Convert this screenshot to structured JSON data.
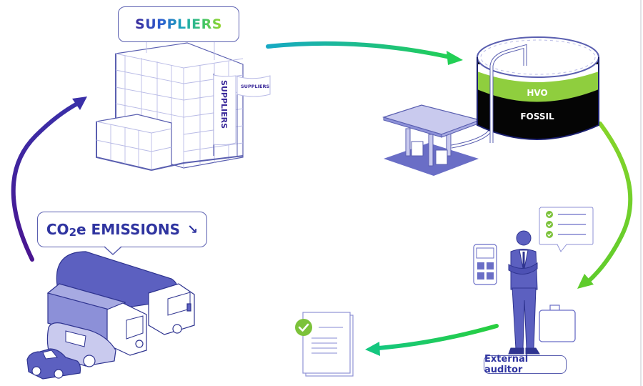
{
  "diagram": {
    "nodes": {
      "suppliers": {
        "label": "SUPPLIERS",
        "flag_vertical": "SUPPLIERS",
        "flag_horizontal": "SUPPLIERS"
      },
      "tank": {
        "top_layer": "HVO",
        "bottom_layer": "FOSSIL"
      },
      "auditor": {
        "label": "External auditor"
      },
      "emissions": {
        "label": "CO2e EMISSIONS",
        "label_prefix": "CO",
        "label_sub": "2",
        "label_suffix": "e EMISSIONS",
        "trend_icon": "↘"
      }
    },
    "flow": [
      "suppliers",
      "fuel-station-tank",
      "external-auditor",
      "verified-document",
      "vehicle-fleet",
      "suppliers"
    ],
    "colors": {
      "line": "#5a5fb0",
      "fill_dark": "#5c60c0",
      "fill_light": "#c9caee",
      "hvo_green": "#8fce3e",
      "fossil_black": "#050505",
      "check_green": "#7cc23a",
      "arrow_purple": "#4a1590",
      "arrow_teal": "#17a9c4",
      "arrow_green": "#22cf55",
      "arrow_lime": "#8bd41f"
    }
  }
}
